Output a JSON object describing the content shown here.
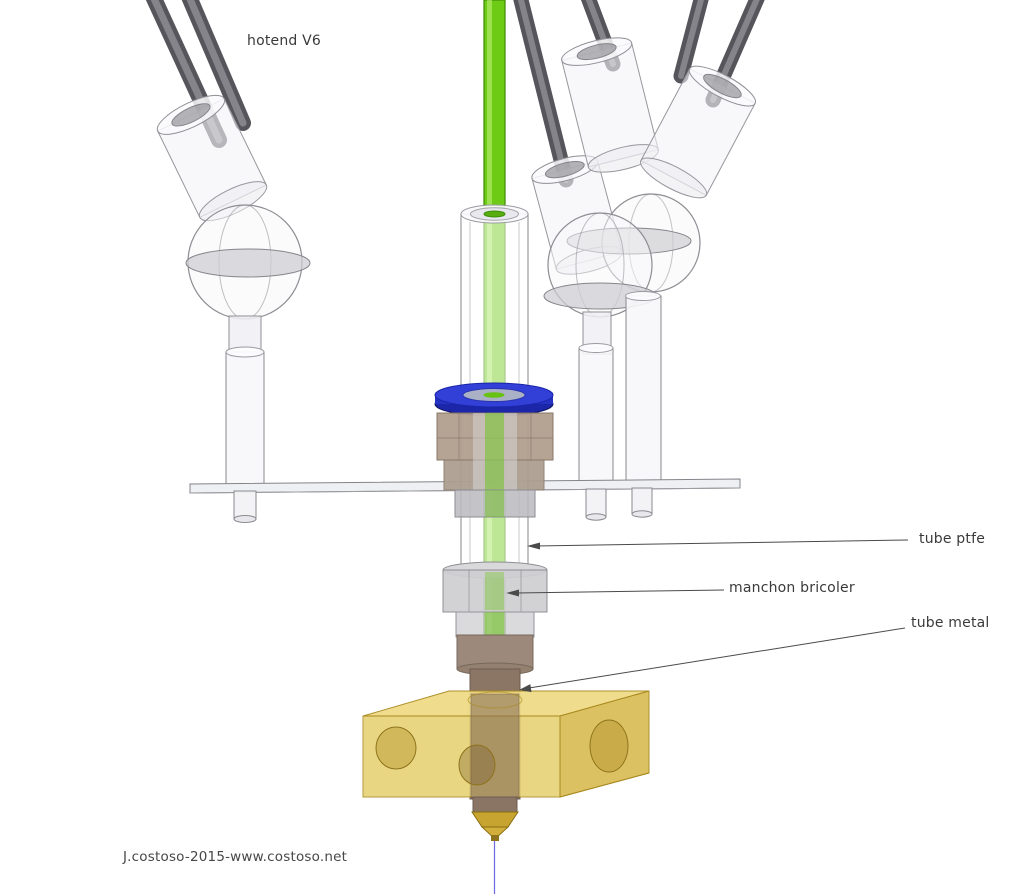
{
  "labels": {
    "hotend_v6": "hotend V6",
    "tube_ptfe": "tube ptfe",
    "manchon_bricoler": "manchon bricoler",
    "tube_metal": "tube metal",
    "watermark": "J.costoso-2015-www.costoso.net"
  },
  "colors": {
    "filament_green": "#6ecb15",
    "collar_blue": "#2433c4",
    "clamp_tan": "#b2a090",
    "coupler_gray": "#cfcfd2",
    "tube_metal_brown": "#9c897b",
    "heater_yellow": "#e6cf6d",
    "heater_top_yellow": "#eeda85",
    "heater_side_yellow": "#d9bc55",
    "nozzle_brass": "#c7a42f",
    "rod_gray": "#55555b",
    "leader_line": "#4a4a4a",
    "background": "#ffffff"
  }
}
